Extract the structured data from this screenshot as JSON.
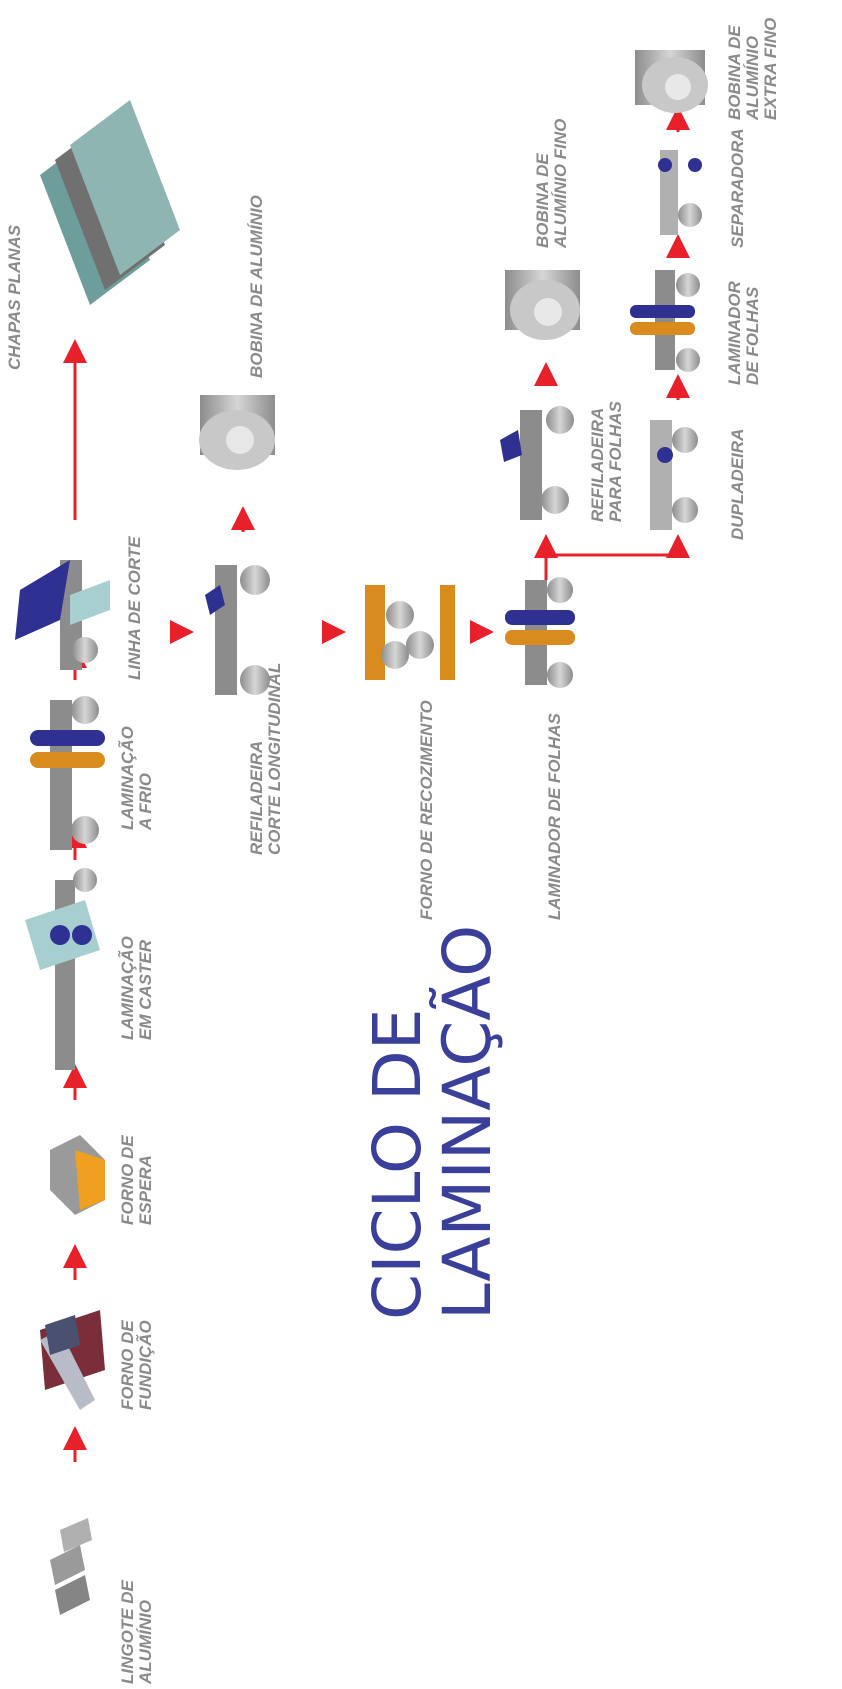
{
  "title": {
    "line1": "CICLO DE",
    "line2": "LAMINAÇÃO"
  },
  "colors": {
    "arrow": "#e8202a",
    "title": "#3a3f9a",
    "label": "#8a8a8a",
    "roll": "#b8b8b8",
    "blue": "#2f3192",
    "orange": "#d98b1e",
    "plate": "#6e9e9c"
  },
  "labels": {
    "lingote": [
      "LINGOTE DE",
      "ALUMÍNIO"
    ],
    "forno_fundicao": [
      "FORNO DE",
      "FUNDIÇÃO"
    ],
    "forno_espera": [
      "FORNO DE",
      "ESPERA"
    ],
    "lam_caster": [
      "LAMINAÇÃO",
      "EM CASTER"
    ],
    "lam_frio": [
      "LAMINAÇÃO",
      "A FRIO"
    ],
    "linha_corte": [
      "LINHA DE CORTE"
    ],
    "chapas": [
      "CHAPAS PLANAS"
    ],
    "refiladeira": [
      "REFILADEIRA",
      "CORTE LONGITUDINAL"
    ],
    "bobina": [
      "BOBINA DE ALUMÍNIO"
    ],
    "forno_recozimento": [
      "FORNO DE RECOZIMENTO"
    ],
    "laminador_folhas": [
      "LAMINADOR DE FOLHAS"
    ],
    "refiladeira_folhas": [
      "REFILADEIRA",
      "PARA FOLHAS"
    ],
    "bobina_fino": [
      "BOBINA DE",
      "ALUMÍNIO FINO"
    ],
    "dupladeira": [
      "DUPLADEIRA"
    ],
    "laminador_folhas2": [
      "LAMINADOR",
      "DE FOLHAS"
    ],
    "separadora": [
      "SEPARADORA"
    ],
    "bobina_extra": [
      "BOBINA DE",
      "ALUMÍNIO",
      "EXTRA FINO"
    ]
  }
}
